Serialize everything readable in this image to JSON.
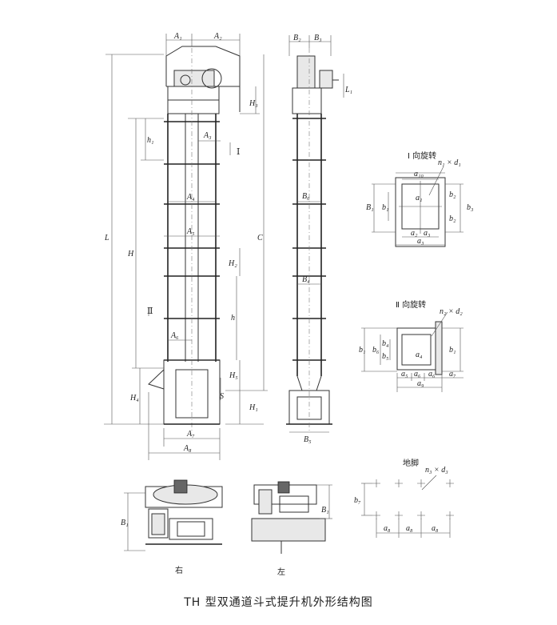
{
  "caption": "TH 型双通道斗式提升机外形结构图",
  "front_view": {
    "labels": {
      "A1": "A₁",
      "A2": "A₂",
      "A3": "A₃",
      "A4": "A₄",
      "A5": "A₅",
      "A6": "A₆",
      "A7": "A₇",
      "A8": "A₈",
      "H": "H",
      "L": "L",
      "C": "C",
      "h": "h",
      "h1": "h₁",
      "H1": "H₁",
      "H2": "H₂",
      "H3": "H₃",
      "H4": "H₄",
      "H5": "H₅",
      "S": "S",
      "mark_I": "Ⅰ",
      "mark_II": "Ⅱ"
    }
  },
  "side_view": {
    "labels": {
      "B2": "B₂",
      "B3": "B₃",
      "B4": "B₄",
      "B5": "B₅",
      "B6": "B₆",
      "L1": "L₁"
    }
  },
  "view_I": {
    "title": "Ⅰ 向旋转",
    "labels": {
      "n1d1": "n₁ × d₁",
      "a10": "a₁₀",
      "a1": "a₁",
      "a2": "a₂",
      "a3": "a₃",
      "a3b": "a₃",
      "b1": "b₁",
      "b2": "b₂",
      "b3": "b₃",
      "B1": "B₁"
    }
  },
  "view_II": {
    "title": "Ⅱ 向旋转",
    "labels": {
      "n2d2": "n₂ × d₂",
      "a4": "a₄",
      "a5": "a₅",
      "a6": "a₆",
      "a7": "a₇",
      "a9": "a₉",
      "b1": "b₁",
      "b4": "b₄",
      "b5": "b₅",
      "b6": "b₆"
    }
  },
  "foundation": {
    "title": "地脚",
    "labels": {
      "n3d3": "n₃ × d₃",
      "b7": "b₇",
      "a8a": "a₈",
      "a8b": "a₈",
      "a8c": "a₈"
    }
  },
  "drive_right": {
    "title": "右",
    "labels": {
      "B1": "B₁"
    }
  },
  "drive_left": {
    "title": "左",
    "labels": {
      "B1": "B₁"
    }
  }
}
